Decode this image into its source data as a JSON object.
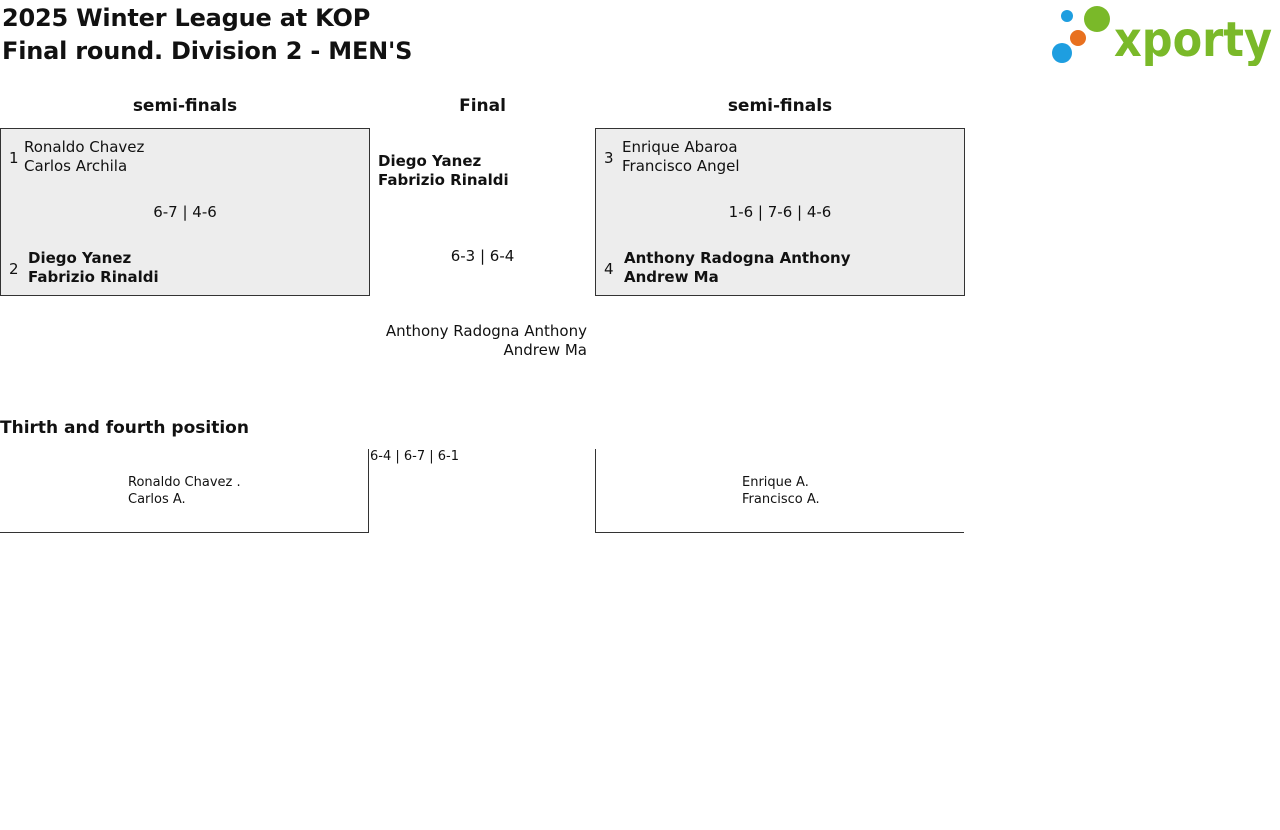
{
  "title": {
    "line1": "2025 Winter League at KOP",
    "line2": "Final round. Division 2 - MEN'S"
  },
  "logo": {
    "text": "xporty",
    "colors": {
      "green": "#7ab929",
      "blue": "#1e9ee0",
      "orange": "#e8701f"
    }
  },
  "headings": {
    "left": "semi-finals",
    "final": "Final",
    "right": "semi-finals"
  },
  "semi_left": {
    "team1": {
      "seed": "1",
      "player1": "Ronaldo Chavez",
      "player2": "Carlos Archila"
    },
    "score": "6-7 | 4-6",
    "team2": {
      "seed": "2",
      "player1": "Diego Yanez",
      "player2": "Fabrizio Rinaldi"
    }
  },
  "semi_right": {
    "team1": {
      "seed": "3",
      "player1": "Enrique Abaroa",
      "player2": "Francisco Angel"
    },
    "score": "1-6 | 7-6 | 4-6",
    "team2": {
      "seed": "4",
      "player1": "Anthony Radogna Anthony",
      "player2": "Andrew Ma"
    }
  },
  "final": {
    "team1": {
      "player1": "Diego Yanez",
      "player2": "Fabrizio Rinaldi"
    },
    "score": "6-3 | 6-4",
    "team2": {
      "player1": "Anthony Radogna Anthony",
      "player2": "Andrew Ma"
    }
  },
  "third_place": {
    "heading": "Thirth and fourth position",
    "team_left": {
      "player1": "Ronaldo Chavez .",
      "player2": "Carlos A."
    },
    "score": "6-4 | 6-7 | 6-1",
    "team_right": {
      "player1": "Enrique A.",
      "player2": "Francisco A."
    }
  }
}
